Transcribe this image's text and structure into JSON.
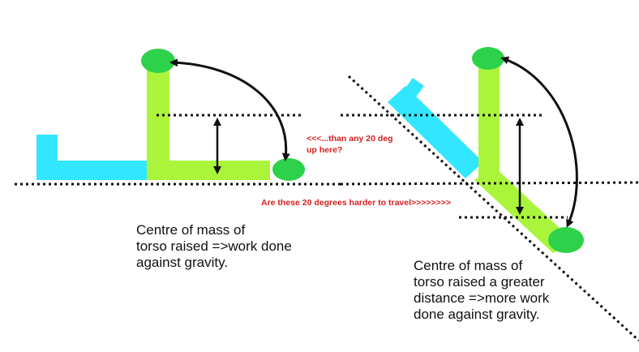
{
  "colors": {
    "legs": "#33e6ff",
    "torso": "#aaf53c",
    "centre_of_mass": "#2ed14a",
    "lines": "#111111",
    "note": "#d81e1e"
  },
  "annotations": {
    "upper_question": [
      "<<<...than any 20 deg",
      "up here?"
    ],
    "lower_question": "Are these 20 degrees harder to travel>>>>>>>>"
  },
  "captions": {
    "left": [
      "Centre of mass of",
      "torso raised =>work done",
      "against gravity."
    ],
    "right": [
      "Centre of mass of",
      "torso raised a greater",
      "distance =>more work",
      "done against gravity."
    ]
  }
}
